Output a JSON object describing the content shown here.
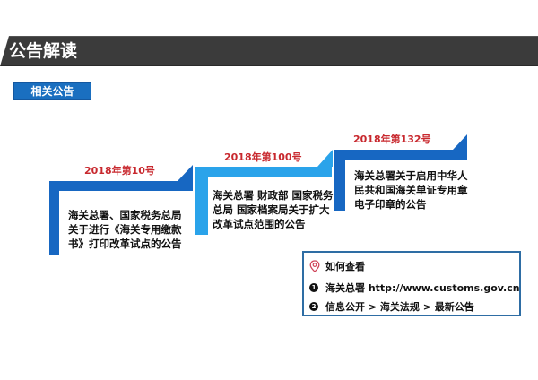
{
  "header": {
    "title": "公告解读",
    "bar_color": "#3b3b3b"
  },
  "section": {
    "tag_label": "相关公告",
    "tag_color": "#1a6fc0"
  },
  "steps": [
    {
      "number_label": "2018年第10号",
      "title": "海关总署、国家税务总局关于进行《海关专用缴款书》打印改革试点的公告",
      "lines": [
        "海关总署、国家税务总局",
        "关于进行《海关专用缴款",
        "书》打印改革试点的公告"
      ],
      "color": "#1767c2"
    },
    {
      "number_label": "2018年第100号",
      "title": "海关总署 财政部 国家税务总局 国家档案局关于扩大改革试点范围的公告",
      "lines": [
        "海关总署 财政部 国家税务",
        "总局 国家档案局关于扩大",
        "改革试点范围的公告"
      ],
      "color": "#2aa3ea"
    },
    {
      "number_label": "2018年第132号",
      "title": "海关总署关于启用中华人民共和国海关单证专用章电子印章的公告",
      "lines": [
        "海关总署关于启用中华人",
        "民共和国海关单证专用章",
        "电子印章的公告"
      ],
      "color": "#1767c2"
    }
  ],
  "how_to_view": {
    "title": "如何查看",
    "icon": "location-pin-icon",
    "items": [
      {
        "marker": "1",
        "text": "海关总署 http://www.customs.gov.cn"
      },
      {
        "marker": "2",
        "text": "信息公开 > 海关法规 > 最新公告"
      }
    ],
    "accent_color": "#c8282e",
    "border_color": "#2e6da4"
  }
}
